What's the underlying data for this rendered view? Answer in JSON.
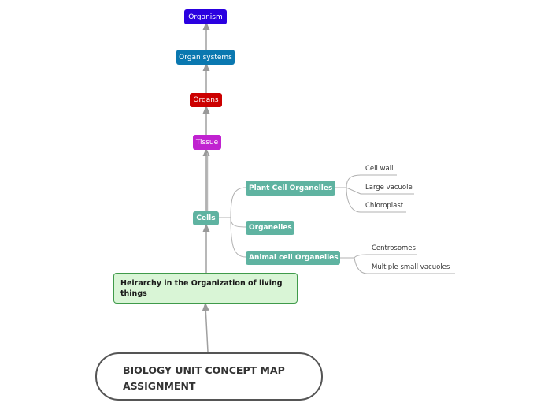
{
  "root": {
    "title": "BIOLOGY UNIT CONCEPT MAP ASSIGNMENT"
  },
  "central": {
    "title": "Heirarchy in the Organization of living things"
  },
  "levels": {
    "cells": "Cells",
    "tissue": "Tissue",
    "organs": "Organs",
    "organ_systems": "Organ systems",
    "organism": "Organism"
  },
  "branches": {
    "plant": {
      "label": "Plant Cell Organelles",
      "children": [
        "Cell wall",
        "Large vacuole",
        "Chloroplast"
      ]
    },
    "organelles": {
      "label": "Organelles"
    },
    "animal": {
      "label": "Animal cell Organelles",
      "children": [
        "Centrosomes",
        "Multiple small vacuoles"
      ]
    }
  },
  "colors": {
    "organism": "#2a00e0",
    "organ_systems": "#0a78b0",
    "organs": "#cc0000",
    "tissue": "#c022d0",
    "cells_and_branches": "#5fb3a1",
    "central_fill": "#d9f5d6",
    "central_border": "#3f9a4a"
  }
}
